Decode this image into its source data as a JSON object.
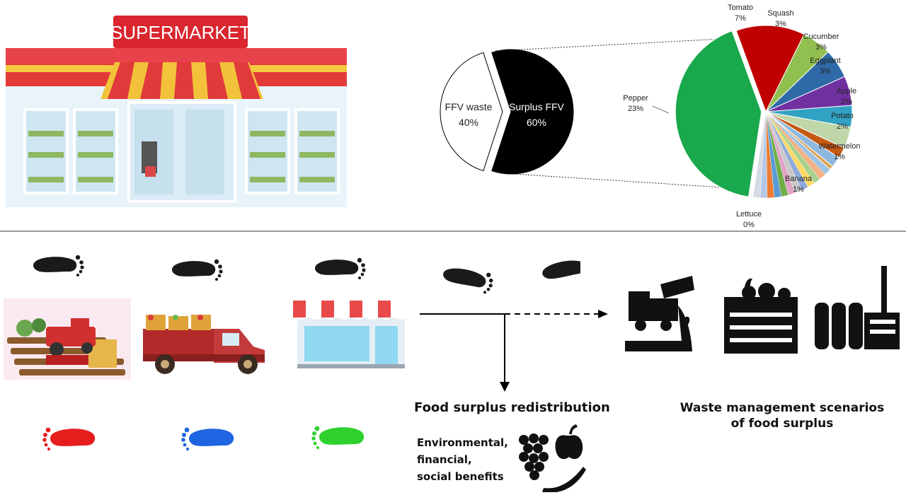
{
  "store": {
    "sign_label": "SUPERMARKET"
  },
  "chart_data": [
    {
      "type": "pie",
      "slices": [
        {
          "label": "FFV waste",
          "value": 40,
          "display": "40%",
          "color": "#ffffff"
        },
        {
          "label": "Surplus FFV",
          "value": 60,
          "display": "60%",
          "color": "#000000"
        }
      ]
    },
    {
      "type": "pie",
      "slices": [
        {
          "label": "Tomato",
          "value": 7,
          "display": "7%",
          "color": "#c00000"
        },
        {
          "label": "Squash",
          "value": 3,
          "display": "3%",
          "color": "#92c050"
        },
        {
          "label": "Cucumber",
          "value": 3,
          "display": "3%",
          "color": "#2e6aa8"
        },
        {
          "label": "Eggplant",
          "value": 3,
          "display": "3%",
          "color": "#7030a0"
        },
        {
          "label": "Apple",
          "value": 2,
          "display": "2%",
          "color": "#31a1c4"
        },
        {
          "label": "Potato",
          "value": 2,
          "display": "2%",
          "color": "#bfd6a8"
        },
        {
          "label": "Watermelon",
          "value": 1,
          "display": "1%",
          "color": "#c55a11"
        },
        {
          "label": "Banana",
          "value": 1,
          "display": "1%",
          "color": "#8fb8de"
        },
        {
          "label": "Lettuce",
          "value": 0,
          "display": "0%",
          "color": "#d9a14e"
        },
        {
          "label": "Pepper",
          "value": 23,
          "display": "23%",
          "color": "#19a84b"
        }
      ]
    }
  ],
  "colors": {
    "footprint_black": "#1a1a1a",
    "footprint_red": "#e61e1e",
    "footprint_blue": "#1f64e0",
    "footprint_green": "#2fd12f"
  },
  "flow": {
    "redistribution_label": "Food surplus redistribution",
    "benefits_lines": [
      "Environmental,",
      "financial,",
      "social benefits"
    ],
    "waste_title_lines": [
      "Waste management scenarios",
      "of food surplus"
    ]
  },
  "icons": [
    "farm-harvest-icon",
    "produce-truck-icon",
    "shop-icon",
    "landfill-truck-icon",
    "compost-bin-icon",
    "factory-icon",
    "fruit-icon",
    "footprint-icon"
  ]
}
